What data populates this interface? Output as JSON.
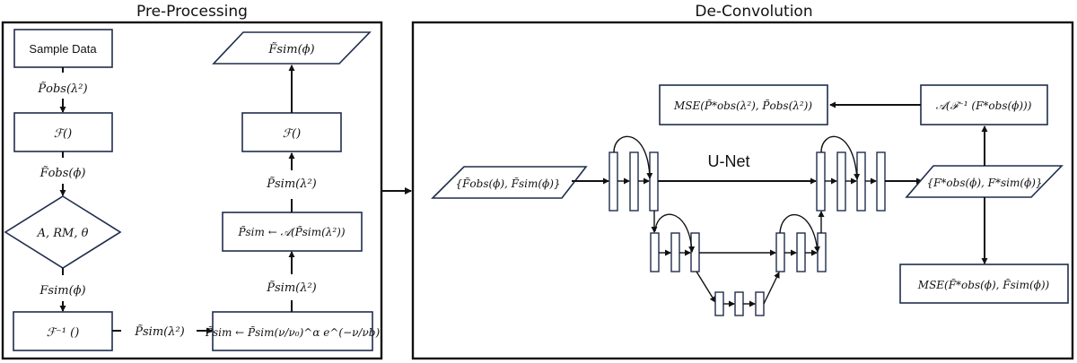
{
  "sections": {
    "preprocessing": {
      "title": "Pre-Processing"
    },
    "deconvolution": {
      "title": "De-Convolution"
    }
  },
  "preprocessing": {
    "nodes": {
      "sample_data": "Sample Data",
      "fourier": "ℱ()",
      "params": "A, RM, θ",
      "inverse_fourier": "ℱ⁻¹ ()",
      "spectral": "P̃sim ← P̃sim(ν/ν₀)^α e^(−ν/νb)",
      "augment": "P̃sim ← 𝒜(P̃sim(λ²))",
      "fourier2": "ℱ()",
      "output": "F̃sim(ϕ)"
    },
    "edge_labels": {
      "p_obs": "P̃obs(λ²)",
      "f_obs": "F̃obs(ϕ)",
      "f_sim": "Fsim(ϕ)",
      "p_sim_1": "P̃sim(λ²)",
      "p_sim_2": "P̃sim(λ²)",
      "p_sim_3": "P̃sim(λ²)"
    }
  },
  "deconvolution": {
    "input": "{F̃obs(ϕ), F̃sim(ϕ)}",
    "network_label": "U-Net",
    "output": "{F*obs(ϕ), F*sim(ϕ)}",
    "augment_inverse": "𝒜(ℱ⁻¹ (F*obs(ϕ)))",
    "mse_p": "MSE(P̃*obs(λ²), P̃obs(λ²))",
    "mse_f": "MSE(F̃*obs(ϕ), F̃sim(ϕ))"
  }
}
